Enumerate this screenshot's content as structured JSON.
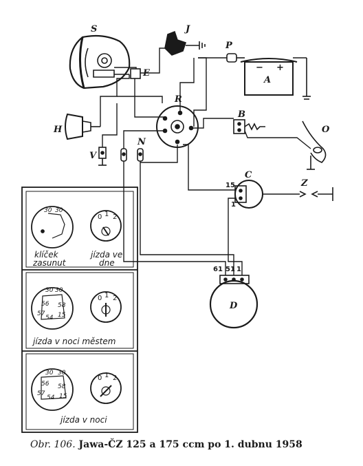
{
  "labels": {
    "S": "S",
    "J": "J",
    "P": "P",
    "A": "A",
    "E": "E",
    "R": "R",
    "H": "H",
    "B": "B",
    "O": "O",
    "V": "V",
    "N": "N",
    "C": "C",
    "Z": "Z",
    "D": "D",
    "battery_minus": "−",
    "battery_plus": "+"
  },
  "terminals": {
    "c_15": "15",
    "c_1": "1",
    "d_61": "61",
    "d_51": "51",
    "d_1": "1"
  },
  "panels": [
    {
      "left_caption": "klíček\nzasunut",
      "right_caption": "jízda ve\ndne",
      "dial_numbers": [
        "30",
        "30"
      ],
      "switch_numbers": [
        "0",
        "1",
        "2"
      ]
    },
    {
      "caption": "jízda v noci městem",
      "dial_numbers": [
        "30",
        "30",
        "56",
        "58",
        "57",
        "54",
        "15"
      ],
      "switch_numbers": [
        "0",
        "1",
        "2"
      ]
    },
    {
      "caption": "jízda v noci",
      "dial_numbers": [
        "30",
        "30",
        "56",
        "58",
        "57",
        "54",
        "15"
      ],
      "switch_numbers": [
        "0",
        "1",
        "2"
      ]
    }
  ],
  "caption": {
    "prefix": "Obr. 106.",
    "text": " Jawa-ČZ 125 a 175 ccm po 1. dubnu 1958"
  }
}
